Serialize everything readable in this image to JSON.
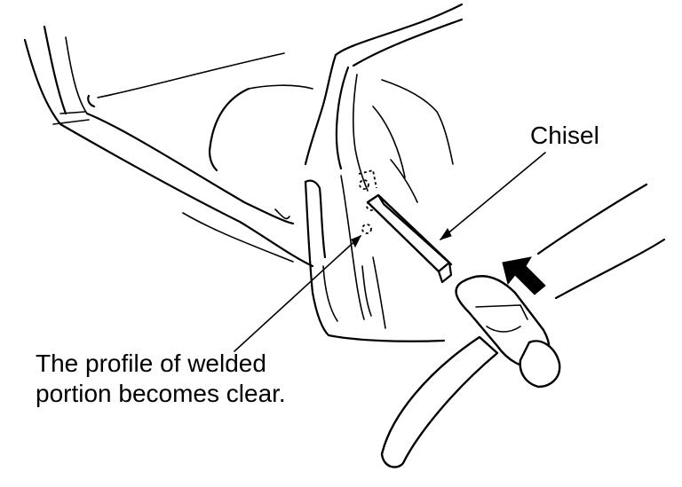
{
  "labels": {
    "chisel": "Chisel",
    "caption_line1": "The profile of welded",
    "caption_line2": "portion becomes clear."
  },
  "colors": {
    "ink": "#000000",
    "background": "#ffffff"
  },
  "icons": {
    "direction_arrow": "direction-arrow-icon"
  }
}
